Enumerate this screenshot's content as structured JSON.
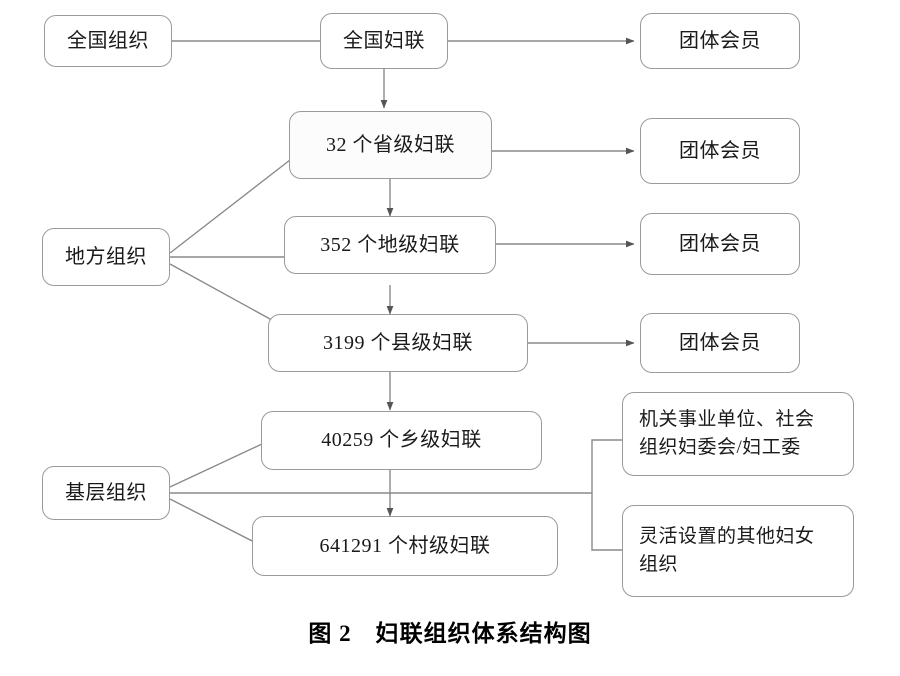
{
  "diagram": {
    "title": "妇联组织体系结构图",
    "caption": "图 2　妇联组织体系结构图",
    "caption_number": "图 2",
    "caption_text": "妇联组织体系结构图",
    "colors": {
      "box_border": "#9a9a9a",
      "line": "#808080",
      "text": "#1a1a1a",
      "background": "#ffffff"
    },
    "tiers": [
      {
        "id": "national",
        "label": "全国组织"
      },
      {
        "id": "local",
        "label": "地方组织"
      },
      {
        "id": "grassroots",
        "label": "基层组织"
      }
    ],
    "nodes": [
      {
        "id": "national-tier",
        "label": "全国组织"
      },
      {
        "id": "national-federation",
        "label": "全国妇联"
      },
      {
        "id": "members-national",
        "label": "团体会员"
      },
      {
        "id": "provincial-federation",
        "label": "32 个省级妇联"
      },
      {
        "id": "members-provincial",
        "label": "团体会员"
      },
      {
        "id": "local-tier",
        "label": "地方组织"
      },
      {
        "id": "prefecture-federation",
        "label": "352 个地级妇联"
      },
      {
        "id": "members-prefecture",
        "label": "团体会员"
      },
      {
        "id": "county-federation",
        "label": "3199 个县级妇联"
      },
      {
        "id": "members-county",
        "label": "团体会员"
      },
      {
        "id": "township-federation",
        "label": "40259 个乡级妇联"
      },
      {
        "id": "grassroots-tier",
        "label": "基层组织"
      },
      {
        "id": "village-federation",
        "label": "641291 个村级妇联"
      },
      {
        "id": "work-unit-orgs",
        "label_line1": "机关事业单位、社会",
        "label_line2": "组织妇委会/妇工委"
      },
      {
        "id": "flexible-orgs",
        "label_line1": "灵活设置的其他妇女",
        "label_line2": "组织"
      }
    ],
    "counts": {
      "provincial": 32,
      "prefecture": 352,
      "county": 3199,
      "township": 40259,
      "village": 641291
    }
  }
}
